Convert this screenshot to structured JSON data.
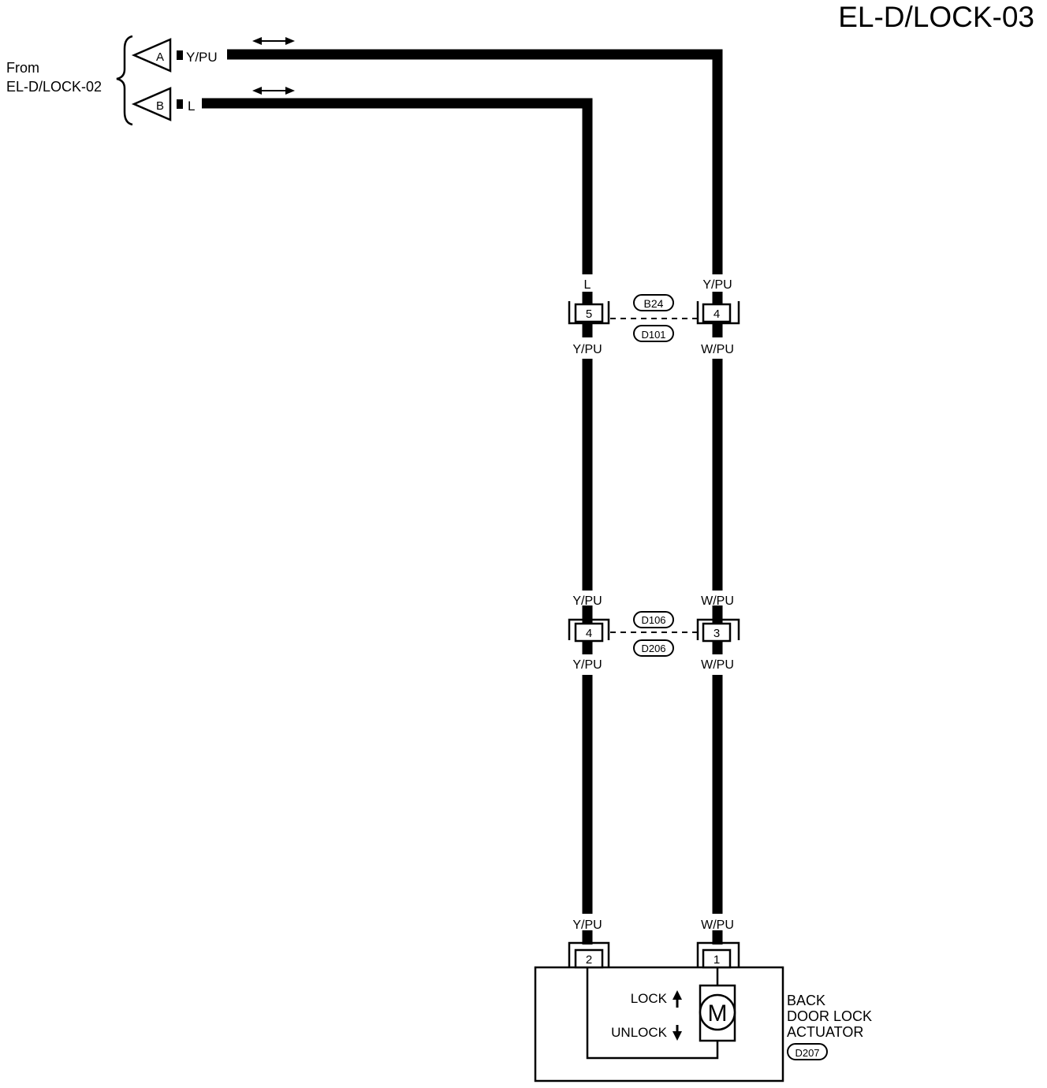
{
  "page_title": "EL-D/LOCK-03",
  "source": {
    "line1": "From",
    "line2": "EL-D/LOCK-02"
  },
  "terminals": [
    {
      "id": "A",
      "wire": "Y/PU"
    },
    {
      "id": "B",
      "wire": "L"
    }
  ],
  "connector_top": {
    "left": {
      "pin": "5",
      "wire_above": "L",
      "wire_below": "Y/PU"
    },
    "right": {
      "pin": "4",
      "wire_above": "Y/PU",
      "wire_below": "W/PU"
    },
    "code_upper": "B24",
    "code_lower": "D101"
  },
  "connector_mid": {
    "left": {
      "pin": "4",
      "wire_above": "Y/PU",
      "wire_below": "Y/PU"
    },
    "right": {
      "pin": "3",
      "wire_above": "W/PU",
      "wire_below": "W/PU"
    },
    "code_upper": "D106",
    "code_lower": "D206"
  },
  "actuator": {
    "left": {
      "pin": "2",
      "wire": "Y/PU"
    },
    "right": {
      "pin": "1",
      "wire": "W/PU"
    },
    "motor_symbol": "M",
    "lock_label": "LOCK",
    "unlock_label": "UNLOCK",
    "name_line1": "BACK",
    "name_line2": "DOOR LOCK",
    "name_line3": "ACTUATOR",
    "code": "D207"
  },
  "icons": [
    "bidirectional-arrow-icon",
    "up-arrow-icon",
    "down-arrow-icon",
    "motor-icon"
  ]
}
